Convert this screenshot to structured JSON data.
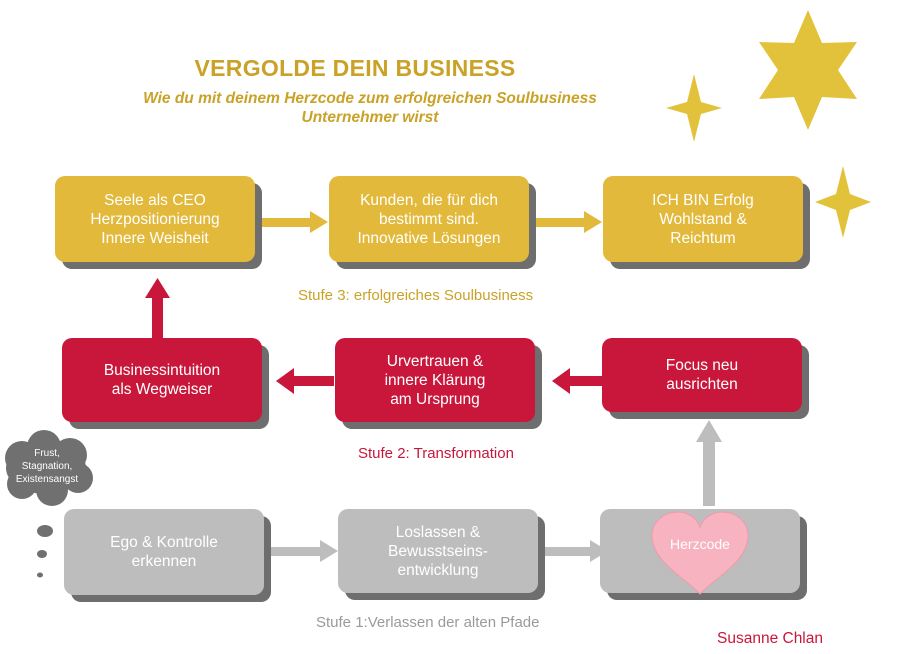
{
  "title": "VERGOLDE DEIN BUSINESS",
  "subtitle": "Wie du mit deinem Herzcode zum erfolgreichen Soulbusiness\nUnternehmer wirst",
  "stufe3": {
    "label": "Stufe 3: erfolgreiches Soulbusiness",
    "box1": "Seele als CEO\nHerzpositionierung\nInnere Weisheit",
    "box2": "Kunden, die für dich\nbestimmt sind.\nInnovative Lösungen",
    "box3": "ICH BIN Erfolg\nWohlstand &\nReichtum"
  },
  "stufe2": {
    "label": "Stufe 2: Transformation",
    "box1": "Businessintuition\nals Wegweiser",
    "box2": "Urvertrauen &\ninnere Klärung\nam Ursprung",
    "box3": "Focus neu\nausrichten"
  },
  "stufe1": {
    "label": "Stufe 1:Verlassen der alten Pfade",
    "box1": "Ego & Kontrolle\nerkennen",
    "box2": "Loslassen &\nBewusstseins-\nentwicklung",
    "heart": "Herzcode"
  },
  "thought": "Frust,\nStagnation,\nExistensangst",
  "author": "Susanne Chlan",
  "colors": {
    "gold": "#e2b93b",
    "title_gold": "#c9a227",
    "red": "#c8173a",
    "grey": "#bdbdbd",
    "heart": "#f7b3bf"
  }
}
